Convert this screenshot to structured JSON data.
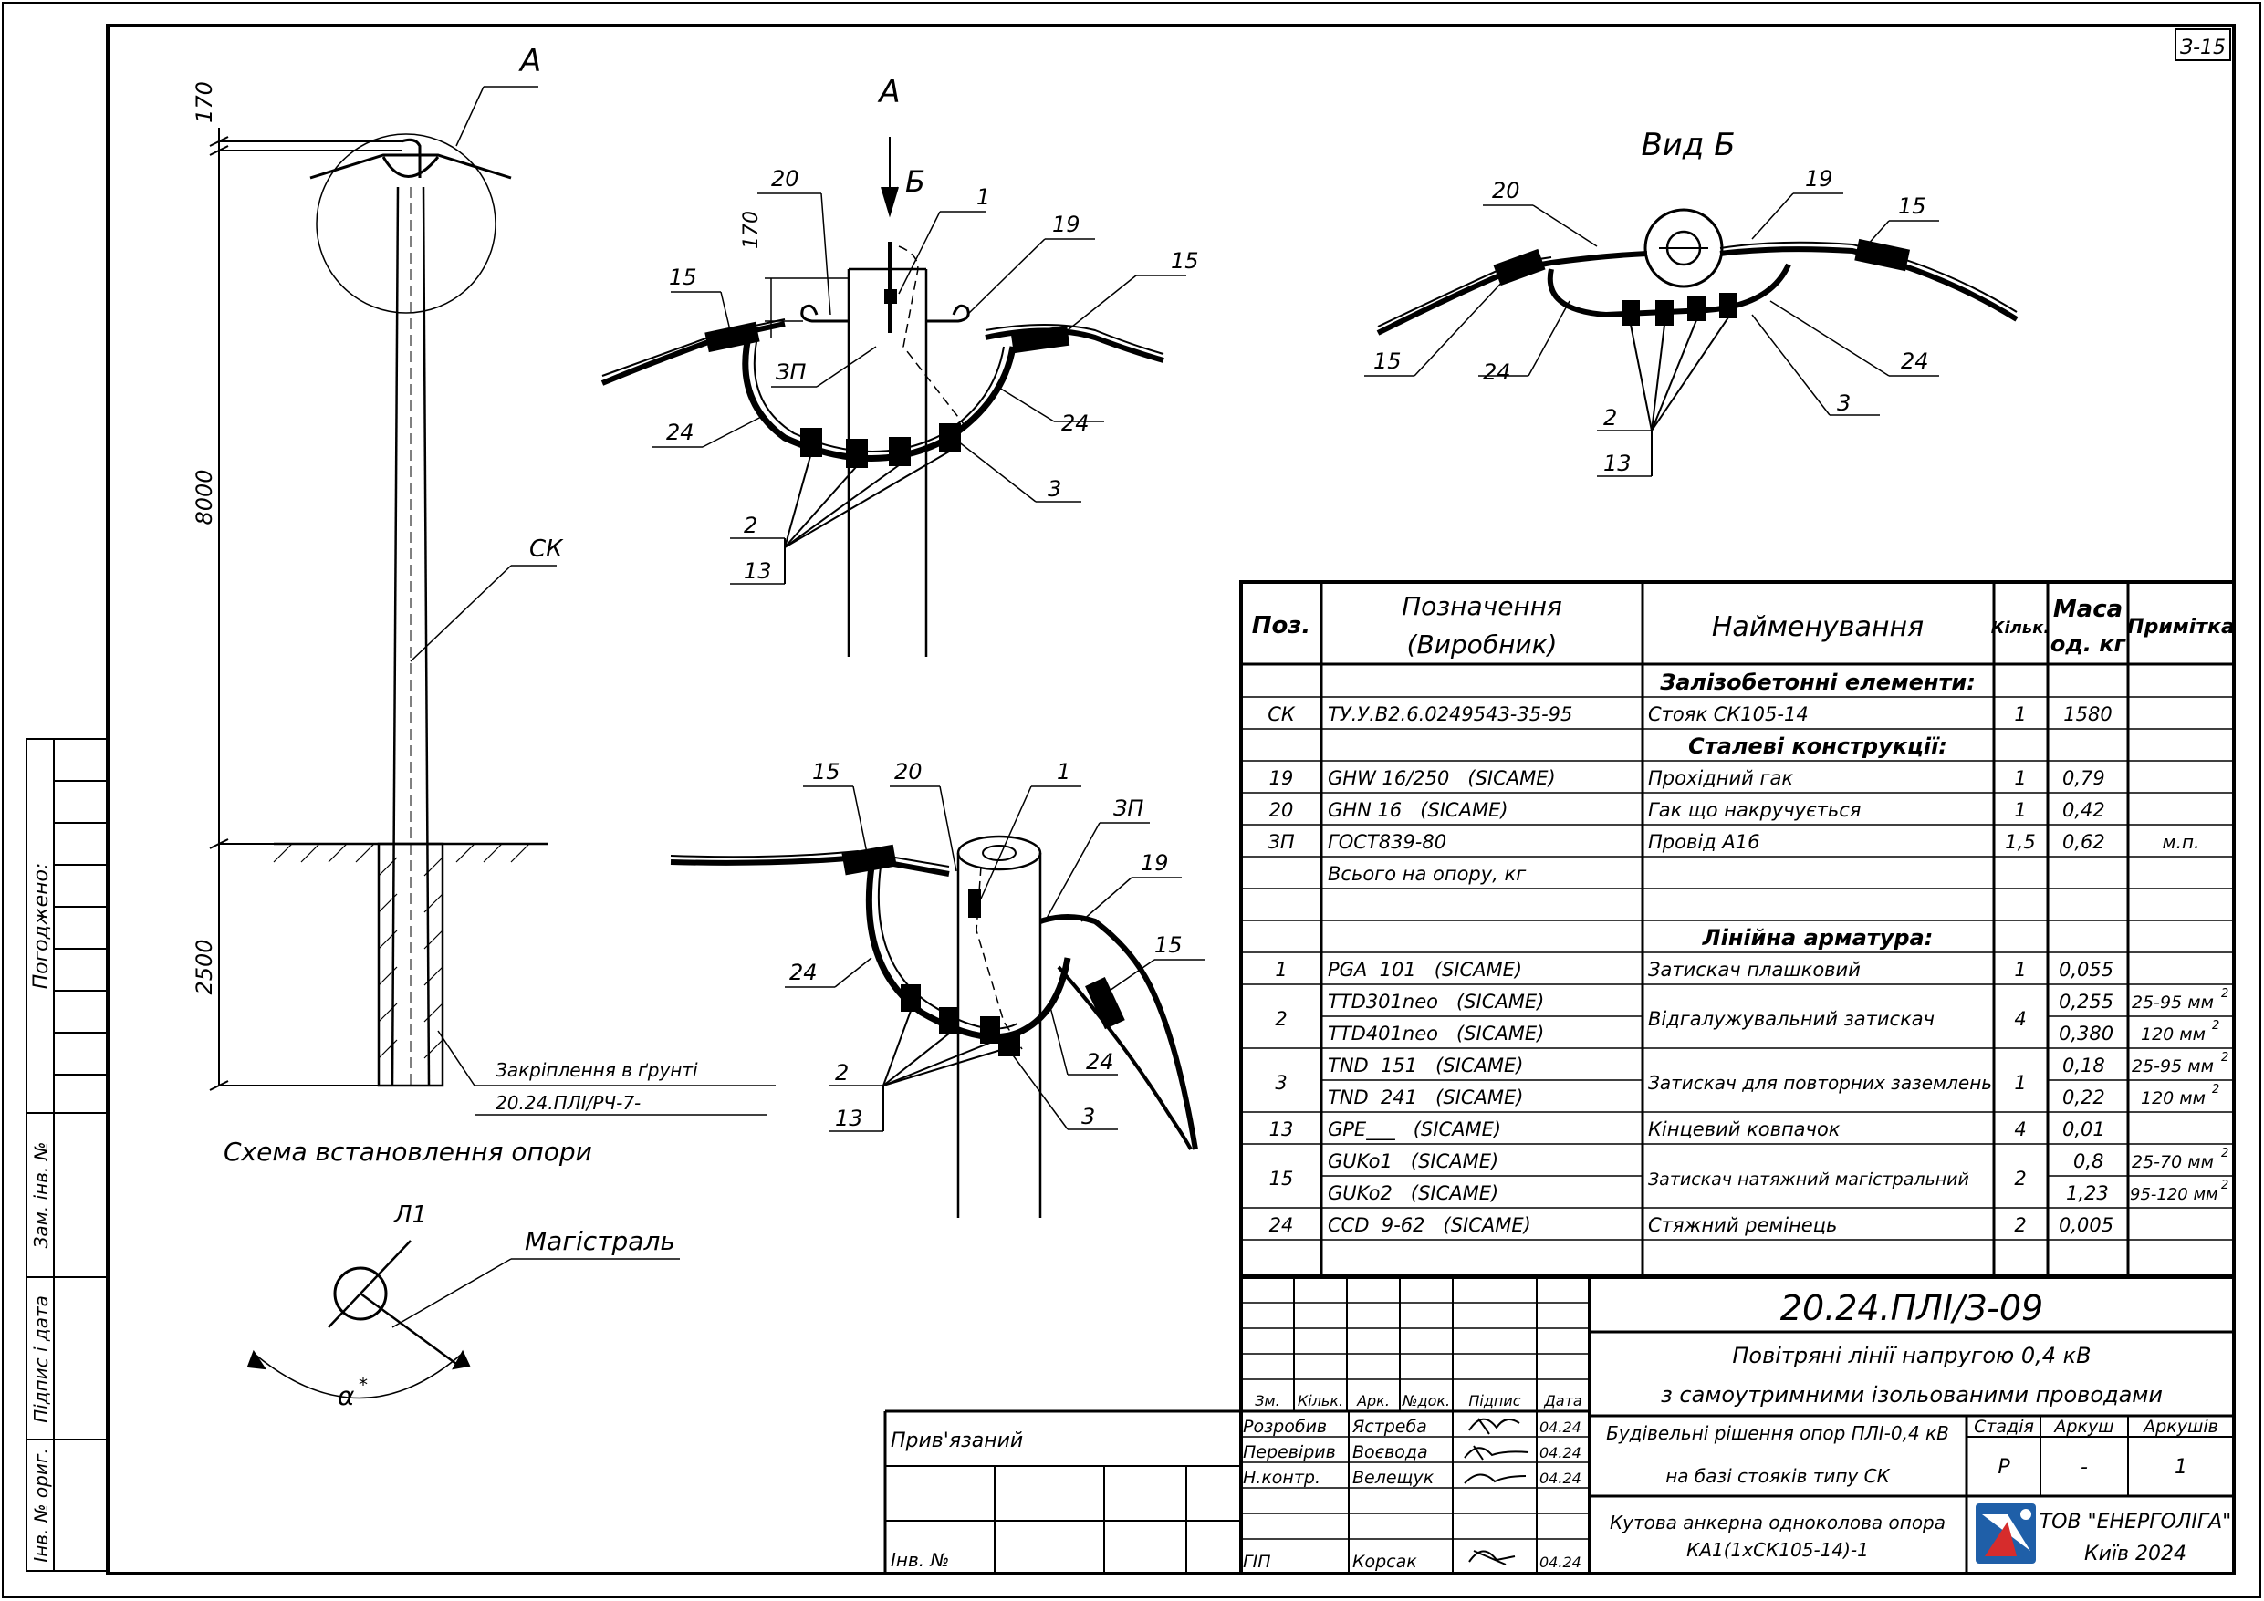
{
  "sheet": {
    "code": "З-15"
  },
  "elevation": {
    "section_letter": "А",
    "dims": {
      "top": "170",
      "middle": "8000",
      "bottom": "2500"
    },
    "ck_label": "СК",
    "anchor_label": "Закріплення в ґрунті",
    "anchor_ref": "20.24.ПЛІ/РЧ-7-",
    "caption": "Схема встановлення опори"
  },
  "diagram1": {
    "arrow_letter": "А",
    "arrow_b": "Б",
    "dim_170": "170",
    "callouts": {
      "p1": "1",
      "p19": "19",
      "p20": "20",
      "p15a": "15",
      "p15b": "15",
      "p3p": "ЗП",
      "p24a": "24",
      "p24b": "24",
      "p3": "3",
      "p2": "2",
      "p13": "13"
    }
  },
  "view_b": {
    "title": "Вид Б",
    "callouts": {
      "p20": "20",
      "p19": "19",
      "p15a": "15",
      "p15b": "15",
      "p24a": "24",
      "p24b": "24",
      "p3": "3",
      "p2": "2",
      "p13": "13"
    }
  },
  "diagram3": {
    "callouts": {
      "p15a": "15",
      "p20": "20",
      "p1": "1",
      "p3p": "ЗП",
      "p19": "19",
      "p15b": "15",
      "p24a": "24",
      "p24b": "24",
      "p2": "2",
      "p13": "13",
      "p3": "3"
    }
  },
  "angle": {
    "label_l1": "Л1",
    "label_mag": "Магістраль",
    "alpha": "α",
    "star": "*"
  },
  "left_strip": {
    "agreed": "Погоджено:",
    "zam_inv": "Зам. інв. №",
    "sign_date": "Підпис і дата",
    "inv_orig": "Інв. № ориг."
  },
  "spec": {
    "headers": {
      "pos": "Поз.",
      "des1": "Позначення",
      "des2": "(Виробник)",
      "name": "Найменування",
      "qty": "Кільк.",
      "mass1": "Маса",
      "mass2": "од. кг",
      "note": "Примітка"
    },
    "sections": {
      "concrete": "Залізобетонні елементи:",
      "steel": "Сталеві конструкції:",
      "total": "Всього на опору, кг",
      "fittings": "Лінійна арматура:"
    },
    "rows": {
      "ck": {
        "pos": "СК",
        "des": "ТУ.У.В2.6.0249543-35-95",
        "name": "Стояк СК105-14",
        "qty": "1",
        "mass": "1580"
      },
      "r19": {
        "pos": "19",
        "des": "GHW 16/250   (SICAME)",
        "name": "Прохідний гак",
        "qty": "1",
        "mass": "0,79"
      },
      "r20": {
        "pos": "20",
        "des": "GHN 16   (SICAME)",
        "name": "Гак що накручується",
        "qty": "1",
        "mass": "0,42"
      },
      "r3p": {
        "pos": "ЗП",
        "des": "ГОСТ839-80",
        "name": "Провід А16",
        "qty": "1,5",
        "mass": "0,62",
        "note": "м.п."
      },
      "r1": {
        "pos": "1",
        "des": "PGA  101   (SICAME)",
        "name": "Затискач плашковий",
        "qty": "1",
        "mass": "0,055"
      },
      "r2": {
        "pos": "2",
        "des_a": "TTD301neo   (SICAME)",
        "des_b": "TTD401neo   (SICAME)",
        "name": "Відгалужувальний затискач",
        "qty": "4",
        "mass_a": "0,255",
        "mass_b": "0,380",
        "note_a": "25-95 мм",
        "note_b": "120 мм",
        "sup": "2"
      },
      "r3": {
        "pos": "3",
        "des_a": "TND  151   (SICAME)",
        "des_b": "TND  241   (SICAME)",
        "name": "Затискач для повторних заземлень",
        "qty": "1",
        "mass_a": "0,18",
        "mass_b": "0,22",
        "note_a": "25-95 мм",
        "note_b": "120 мм",
        "sup": "2"
      },
      "r13": {
        "pos": "13",
        "des": "GPE___   (SICAME)",
        "name": "Кінцевий ковпачок",
        "qty": "4",
        "mass": "0,01"
      },
      "r15": {
        "pos": "15",
        "des_a": "GUKo1   (SICAME)",
        "des_b": "GUKo2   (SICAME)",
        "name": "Затискач натяжний магістральний",
        "qty": "2",
        "mass_a": "0,8",
        "mass_b": "1,23",
        "note_a": "25-70 мм",
        "note_b": "95-120 мм",
        "sup": "2"
      },
      "r24": {
        "pos": "24",
        "des": "CCD  9-62   (SICAME)",
        "name": "Стяжний ремінець",
        "qty": "2",
        "mass": "0,005"
      }
    }
  },
  "title_block": {
    "doc_code": "20.24.ПЛІ/З-09",
    "title1": "Повітряні лінії напругою 0,4 кВ",
    "title2": "з самоутримними ізольованими проводами",
    "col_heads": {
      "zm": "Зм.",
      "kilk": "Кільк.",
      "ark": "Арк.",
      "ndok": "№док.",
      "pidpys": "Підпис",
      "data": "Дата"
    },
    "roles": {
      "developed": {
        "role": "Розробив",
        "name": "Ястреба",
        "date": "04.24"
      },
      "checked": {
        "role": "Перевірив",
        "name": "Воєвода",
        "date": "04.24"
      },
      "normctrl": {
        "role": "Н.контр.",
        "name": "Велещук",
        "date": "04.24"
      },
      "gip": {
        "role": "ГІП",
        "name": "Корсак",
        "date": "04.24"
      }
    },
    "privyazany": "Прив'язаний",
    "inv_no": "Інв. №",
    "section1": "Будівельні рішення опор ПЛІ-0,4 кВ",
    "section2": "на базі стояків типу СК",
    "sheet_title1": "Кутова анкерна одноколова опора",
    "sheet_title2": "КА1(1хСК105-14)-1",
    "stage_h": "Стадія",
    "sheet_h": "Аркуш",
    "sheets_h": "Аркушів",
    "stage": "Р",
    "sheet": "-",
    "sheets": "1",
    "company": "ТОВ \"ЕНЕРГОЛІГА\"",
    "city": "Київ 2024"
  }
}
